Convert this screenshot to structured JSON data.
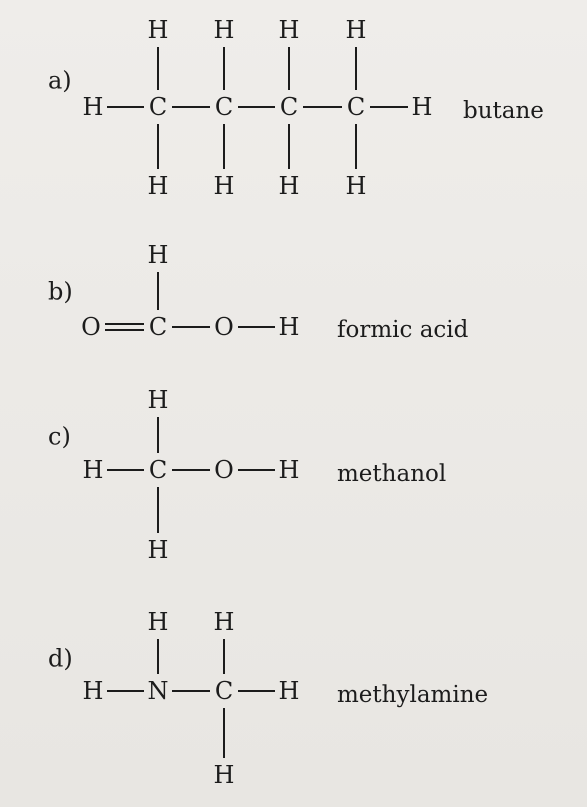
{
  "molecules": [
    {
      "label": "a)",
      "name": "butane",
      "atoms": [
        {
          "id": "H1",
          "el": "H"
        },
        {
          "id": "H2",
          "el": "H"
        },
        {
          "id": "H3",
          "el": "H"
        },
        {
          "id": "H4",
          "el": "H"
        },
        {
          "id": "H5",
          "el": "H"
        },
        {
          "id": "C1",
          "el": "C"
        },
        {
          "id": "C2",
          "el": "C"
        },
        {
          "id": "C3",
          "el": "C"
        },
        {
          "id": "C4",
          "el": "C"
        },
        {
          "id": "H6",
          "el": "H"
        },
        {
          "id": "H7",
          "el": "H"
        },
        {
          "id": "H8",
          "el": "H"
        },
        {
          "id": "H9",
          "el": "H"
        },
        {
          "id": "H10",
          "el": "H"
        }
      ],
      "bonds": [
        {
          "a": "H5",
          "b": "C1",
          "order": 1
        },
        {
          "a": "C1",
          "b": "C2",
          "order": 1
        },
        {
          "a": "C2",
          "b": "C3",
          "order": 1
        },
        {
          "a": "C3",
          "b": "C4",
          "order": 1
        },
        {
          "a": "C4",
          "b": "H6",
          "order": 1
        },
        {
          "a": "H1",
          "b": "C1",
          "order": 1
        },
        {
          "a": "H2",
          "b": "C2",
          "order": 1
        },
        {
          "a": "H3",
          "b": "C3",
          "order": 1
        },
        {
          "a": "H4",
          "b": "C4",
          "order": 1
        },
        {
          "a": "C1",
          "b": "H7",
          "order": 1
        },
        {
          "a": "C2",
          "b": "H8",
          "order": 1
        },
        {
          "a": "C3",
          "b": "H9",
          "order": 1
        },
        {
          "a": "C4",
          "b": "H10",
          "order": 1
        }
      ]
    },
    {
      "label": "b)",
      "name": "formic acid",
      "atoms": [
        {
          "id": "H1",
          "el": "H"
        },
        {
          "id": "O1",
          "el": "O"
        },
        {
          "id": "C1",
          "el": "C"
        },
        {
          "id": "O2",
          "el": "O"
        },
        {
          "id": "H2",
          "el": "H"
        }
      ],
      "bonds": [
        {
          "a": "O1",
          "b": "C1",
          "order": 2
        },
        {
          "a": "C1",
          "b": "O2",
          "order": 1
        },
        {
          "a": "O2",
          "b": "H2",
          "order": 1
        },
        {
          "a": "H1",
          "b": "C1",
          "order": 1
        }
      ]
    },
    {
      "label": "c)",
      "name": "methanol",
      "atoms": [
        {
          "id": "H1",
          "el": "H"
        },
        {
          "id": "H2",
          "el": "H"
        },
        {
          "id": "C1",
          "el": "C"
        },
        {
          "id": "O1",
          "el": "O"
        },
        {
          "id": "H3",
          "el": "H"
        },
        {
          "id": "H4",
          "el": "H"
        }
      ],
      "bonds": [
        {
          "a": "H2",
          "b": "C1",
          "order": 1
        },
        {
          "a": "C1",
          "b": "O1",
          "order": 1
        },
        {
          "a": "O1",
          "b": "H3",
          "order": 1
        },
        {
          "a": "H1",
          "b": "C1",
          "order": 1
        },
        {
          "a": "C1",
          "b": "H4",
          "order": 1
        }
      ]
    },
    {
      "label": "d)",
      "name": "methylamine",
      "atoms": [
        {
          "id": "H1",
          "el": "H"
        },
        {
          "id": "H2",
          "el": "H"
        },
        {
          "id": "H3",
          "el": "H"
        },
        {
          "id": "N1",
          "el": "N"
        },
        {
          "id": "C1",
          "el": "C"
        },
        {
          "id": "H4",
          "el": "H"
        },
        {
          "id": "H5",
          "el": "H"
        }
      ],
      "bonds": [
        {
          "a": "H3",
          "b": "N1",
          "order": 1
        },
        {
          "a": "N1",
          "b": "C1",
          "order": 1
        },
        {
          "a": "C1",
          "b": "H4",
          "order": 1
        },
        {
          "a": "H1",
          "b": "N1",
          "order": 1
        },
        {
          "a": "H2",
          "b": "C1",
          "order": 1
        },
        {
          "a": "C1",
          "b": "H5",
          "order": 1
        }
      ]
    }
  ]
}
